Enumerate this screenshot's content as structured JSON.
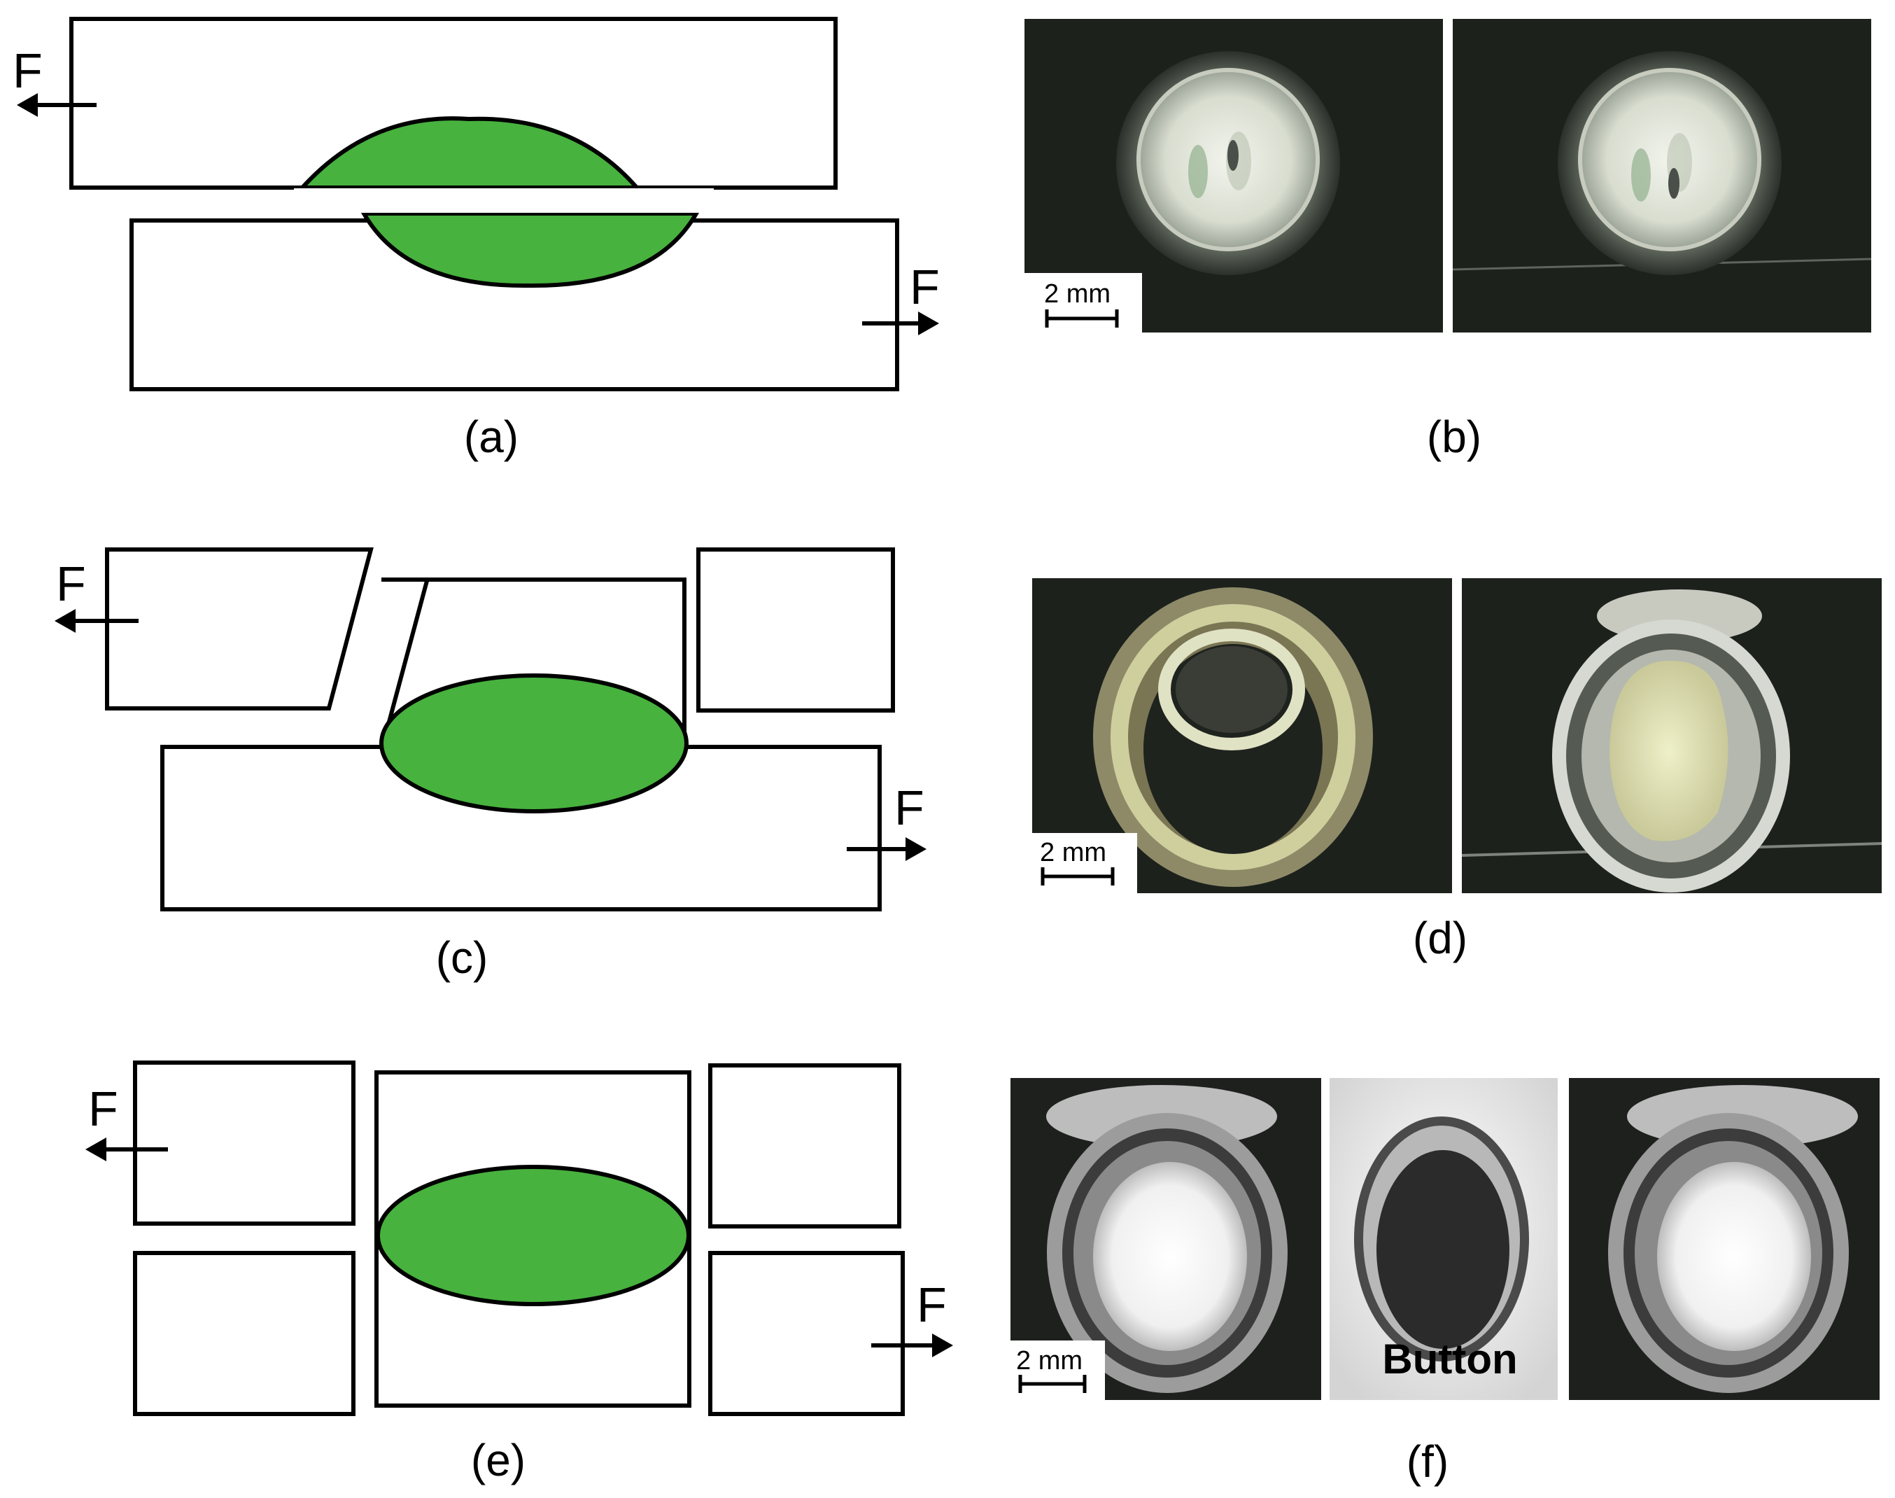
{
  "panels": {
    "a": {
      "label": "(a)",
      "force_left": "F",
      "force_right": "F"
    },
    "b": {
      "label": "(b)",
      "scale": "2 mm"
    },
    "c": {
      "label": "(c)",
      "force_left": "F",
      "force_right": "F"
    },
    "d": {
      "label": "(d)",
      "scale": "2 mm"
    },
    "e": {
      "label": "(e)",
      "force_left": "F",
      "force_right": "F"
    },
    "f": {
      "label": "(f)",
      "scale": "2 mm",
      "middle_caption": "Button"
    }
  },
  "colors": {
    "weld_nugget": "#47b23e",
    "outline": "#000000",
    "micrograph_background": "#1c211c",
    "fracture_surface_light": "#e8ecd8"
  }
}
